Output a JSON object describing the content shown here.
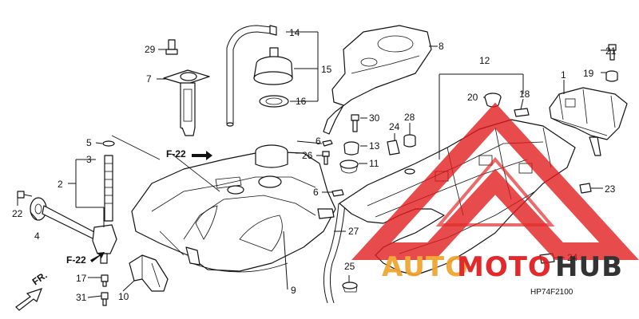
{
  "diagram": {
    "code": "HP74F2100",
    "ref_f22_top": "F-22",
    "ref_f22_bottom": "F-22",
    "front_label": "FR.",
    "callouts": {
      "c1": "1",
      "c2": "2",
      "c3": "3",
      "c4": "4",
      "c5": "5",
      "c6a": "6",
      "c6b": "6",
      "c7": "7",
      "c8": "8",
      "c9": "9",
      "c10": "10",
      "c11": "11",
      "c12": "12",
      "c13": "13",
      "c14": "14",
      "c15": "15",
      "c16": "16",
      "c17": "17",
      "c18": "18",
      "c19": "19",
      "c20": "20",
      "c21": "21",
      "c22": "22",
      "c23": "23",
      "c24a": "24",
      "c24b": "24",
      "c25": "25",
      "c26": "26",
      "c27": "27",
      "c28": "28",
      "c29": "29",
      "c30": "30",
      "c31": "31"
    }
  },
  "watermark": {
    "part1": "AUTO",
    "part2": "MOTO",
    "part3": "HUB",
    "color_red": "#e0191b",
    "color_orange": "#f0a32a",
    "color_dark": "#222222"
  }
}
